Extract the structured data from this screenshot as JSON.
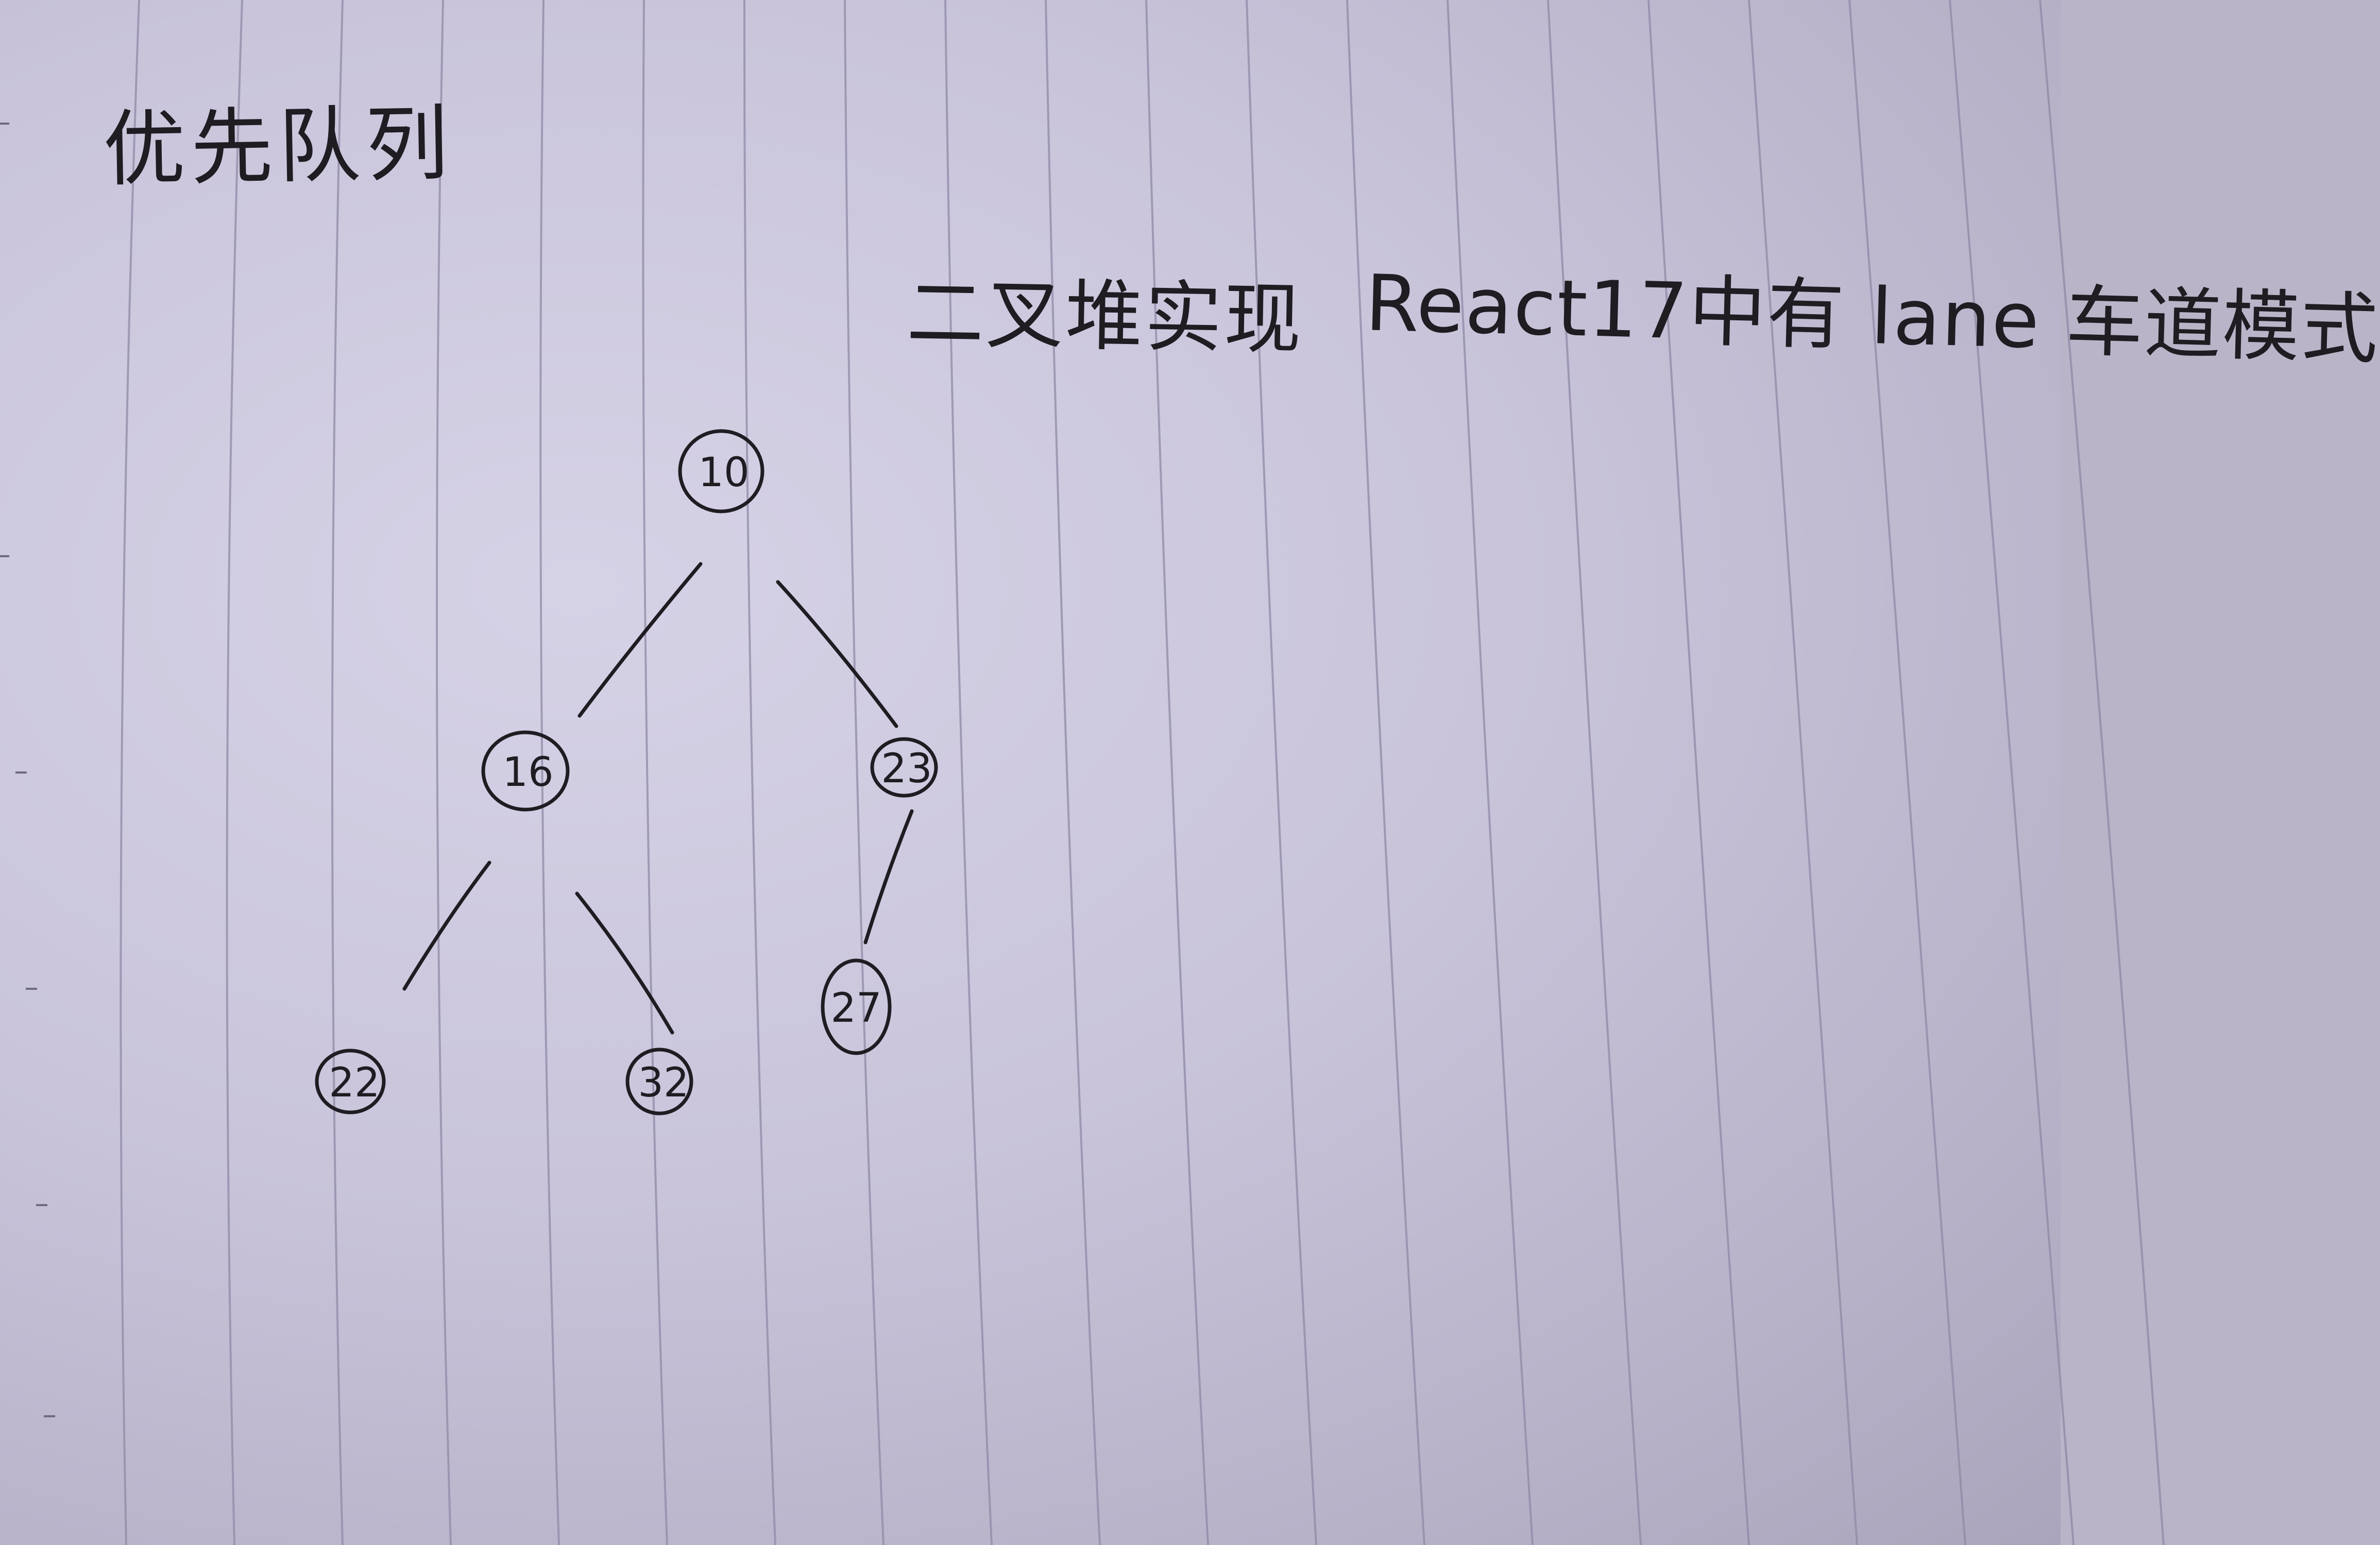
{
  "notes": {
    "title": "优先队列",
    "heap_note": "二叉堆实现",
    "react_note": "React17中有 lane 车道模式"
  },
  "heap": {
    "root": "10",
    "left": "16",
    "right": "23",
    "left_left": "22",
    "left_right": "32",
    "right_left": "27"
  }
}
